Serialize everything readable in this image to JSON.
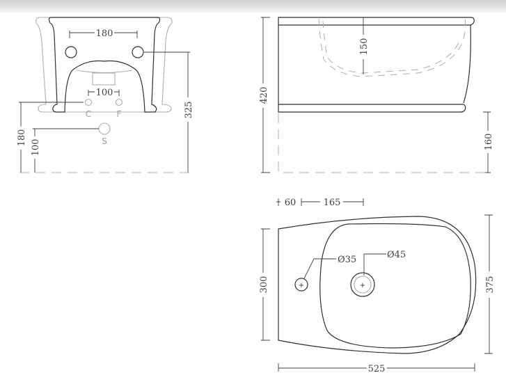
{
  "front_view": {
    "dim_hole_spacing": "180",
    "dim_cf_spacing": "100",
    "dim_c_height": "180",
    "dim_s_height": "100",
    "dim_hole_height": "325",
    "label_cold": "C",
    "label_hot": "F",
    "label_drain": "S"
  },
  "side_view": {
    "dim_bowl_depth": "150",
    "dim_height": "420",
    "dim_floor_gap": "160"
  },
  "top_view": {
    "dim_tap_offset": "60",
    "dim_drain_offset": "165",
    "dim_back_width": "300",
    "dim_width": "375",
    "dim_length": "525",
    "label_tap_hole": "Ø35",
    "label_drain_hole": "Ø45"
  }
}
